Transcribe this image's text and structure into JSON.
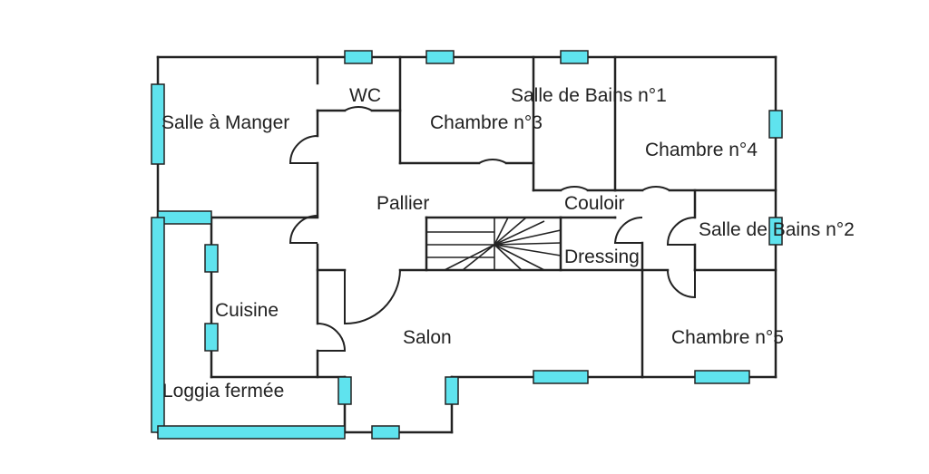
{
  "rooms": {
    "salle_a_manger": "Salle à Manger",
    "wc": "WC",
    "chambre3": "Chambre n°3",
    "salle_de_bains1": "Salle de Bains n°1",
    "chambre4": "Chambre n°4",
    "pallier": "Pallier",
    "couloir": "Couloir",
    "salle_de_bains2": "Salle de Bains n°2",
    "dressing": "Dressing",
    "cuisine": "Cuisine",
    "salon": "Salon",
    "chambre5": "Chambre n°5",
    "loggia": "Loggia fermée"
  },
  "colors": {
    "window": "#5fe3ee",
    "wall": "#222222",
    "background": "#ffffff"
  }
}
